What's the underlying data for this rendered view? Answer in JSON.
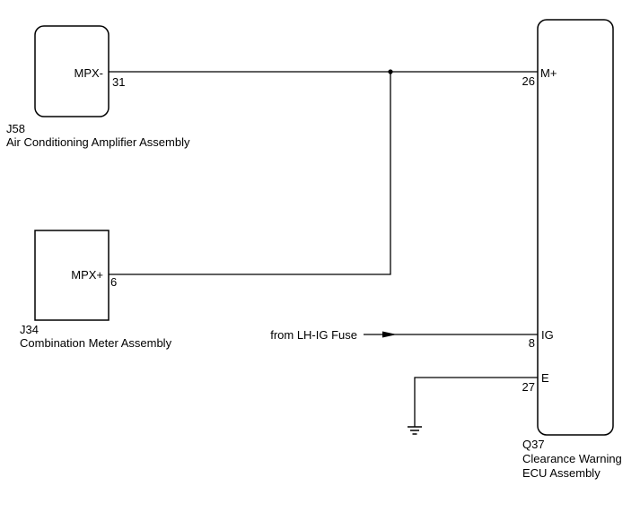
{
  "components": {
    "j58": {
      "code": "J58",
      "name": "Air Conditioning Amplifier Assembly",
      "pin_label": "MPX-",
      "pin_number": "31"
    },
    "j34": {
      "code": "J34",
      "name": "Combination Meter Assembly",
      "pin_label": "MPX+",
      "pin_number": "6"
    },
    "q37": {
      "code": "Q37",
      "name_line1": "Clearance Warning",
      "name_line2": "ECU Assembly",
      "pins": {
        "m_plus": {
          "label": "M+",
          "number": "26"
        },
        "ig": {
          "label": "IG",
          "number": "8"
        },
        "e": {
          "label": "E",
          "number": "27"
        }
      }
    }
  },
  "source": {
    "label": "from LH-IG Fuse"
  }
}
